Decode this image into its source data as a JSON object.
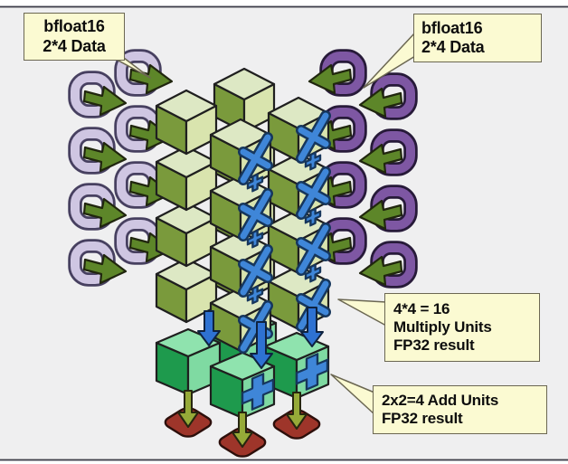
{
  "labels": {
    "input_left": {
      "lines": [
        "bfloat16",
        "2*4 Data"
      ]
    },
    "input_right": {
      "lines": [
        "bfloat16",
        "2*4 Data"
      ]
    },
    "multiply": {
      "lines": [
        "4*4 = 16",
        "Multiply Units",
        "FP32 result"
      ]
    },
    "add": {
      "lines": [
        "2x2=4 Add Units",
        "FP32 result"
      ]
    }
  },
  "icons": {
    "input_left_arrow": "curl-arrow-icon",
    "input_right_arrow": "curl-arrow-icon",
    "multiply_mark": "multiply-x-icon",
    "accumulate_mark": "plus-icon",
    "result_flow": "down-arrow-icon"
  },
  "colors": {
    "canvas_bg": "#efeff0",
    "label_box_bg": "#fbfad2",
    "label_box_border": "#6b6752",
    "cube_top": "#dde8c4",
    "cube_side_dark": "#7a9a3c",
    "cube_side_light": "#d9e4ae",
    "add_cube_top": "#8fe3ae",
    "add_cube_dark": "#1e9a4d",
    "add_cube_light": "#7fdaa2",
    "multiply_blue": "#3f86d8",
    "arrow_blue": "#2e72d2",
    "arrow_olive": "#96aa38",
    "arrow_green_head": "#5d8629",
    "curl_lavender": "#cfc6e2",
    "curl_purple": "#7e57a3",
    "result_pad_red": "#9e352a"
  }
}
